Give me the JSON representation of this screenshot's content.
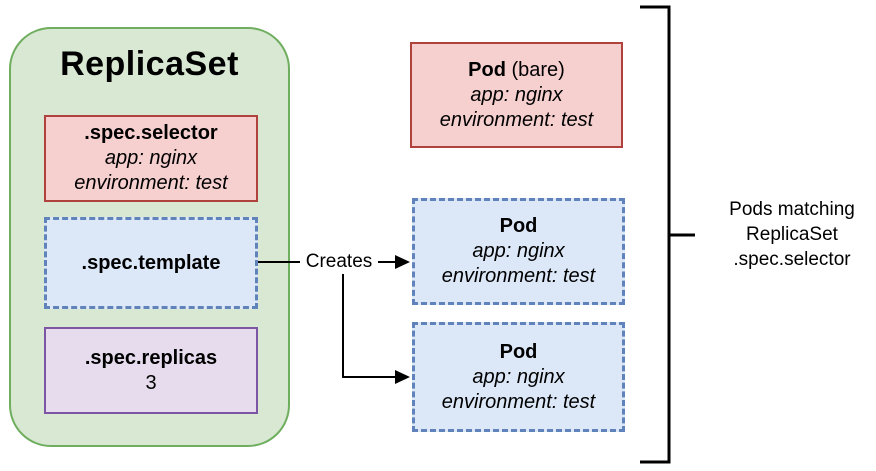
{
  "colors": {
    "red-border": "#b0423d",
    "red-fill": "#f6cfcf",
    "green-border": "#6fae5f",
    "green-fill": "#d9e8d3",
    "blue-border": "#5f83ba",
    "blue-fill": "#dce8f8",
    "purple-border": "#7d55a5",
    "purple-fill": "#e6dcee",
    "line-color": "#000000"
  },
  "replicaset": {
    "title": "ReplicaSet",
    "selector_box": {
      "title": ".spec.selector",
      "label1": "app: nginx",
      "label2": "environment: test"
    },
    "template_box": {
      "title": ".spec.template"
    },
    "replicas_box": {
      "title": ".spec.replicas",
      "value": "3"
    }
  },
  "pods": [
    {
      "title": "Pod",
      "title_suffix": " (bare)",
      "label1": "app: nginx",
      "label2": "environment: test"
    },
    {
      "title": "Pod",
      "title_suffix": "",
      "label1": "app: nginx",
      "label2": "environment: test"
    },
    {
      "title": "Pod",
      "title_suffix": "",
      "label1": "app: nginx",
      "label2": "environment: test"
    }
  ],
  "creates_label": "Creates",
  "bracket_label": "Pods matching\nReplicaSet\n.spec.selector"
}
